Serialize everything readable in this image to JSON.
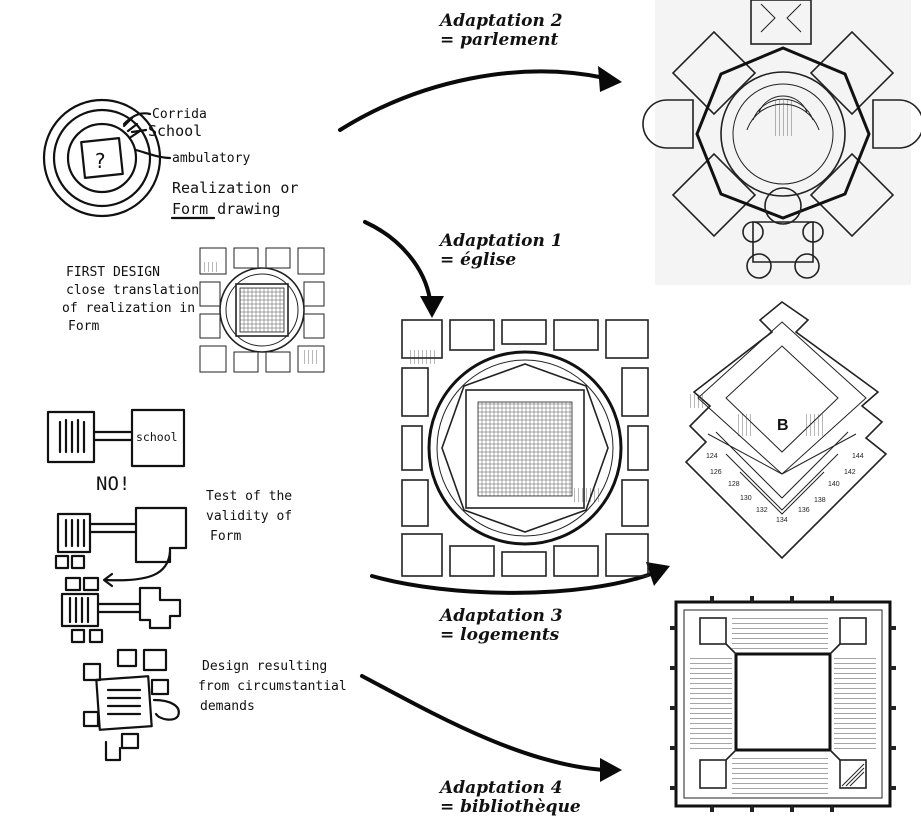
{
  "sketch": {
    "concept": {
      "question_mark": "?",
      "corridor": "Corrida",
      "school": "School",
      "ambulatory": "ambulatory",
      "realization_1": "Realization or",
      "realization_2": "Form drawing"
    },
    "first_design": {
      "line1": "FIRST DESIGN",
      "line2": "close translation",
      "line3": "of realization in",
      "line4": "Form"
    },
    "test": {
      "school_box": "school",
      "no": "NO!",
      "line1": "Test of the",
      "line2": "validity of",
      "line3": "Form"
    },
    "result": {
      "line1": "Design resulting",
      "line2": "from circumstantial",
      "line3": "demands"
    }
  },
  "adaptations": [
    {
      "title": "Adaptation 2",
      "subtitle": "= parlement"
    },
    {
      "title": "Adaptation 1",
      "subtitle": "= église"
    },
    {
      "title": "Adaptation 3",
      "subtitle": "= logements"
    },
    {
      "title": "Adaptation 4",
      "subtitle": "= bibliothèque"
    }
  ],
  "housing_plan": {
    "big_label": "B",
    "room_numbers": [
      "124",
      "126",
      "128",
      "130",
      "132",
      "134",
      "136",
      "138",
      "140",
      "142",
      "144"
    ]
  }
}
